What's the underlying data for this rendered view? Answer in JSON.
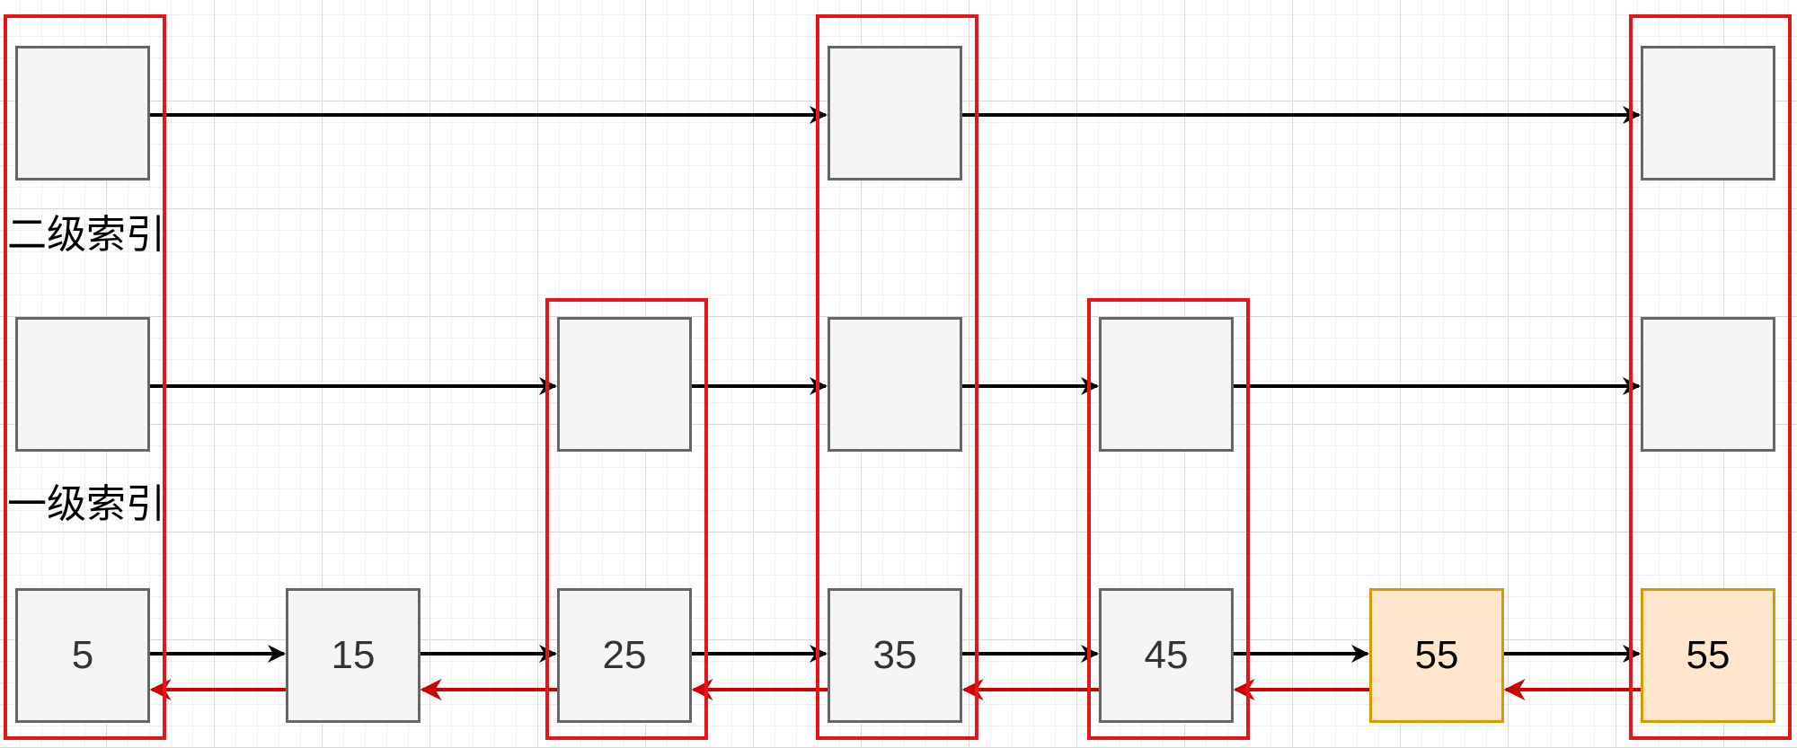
{
  "labels": {
    "level2": "二级索引",
    "level1": "一级索引"
  },
  "base_nodes": [
    {
      "value": "5",
      "highlight": false
    },
    {
      "value": "15",
      "highlight": false
    },
    {
      "value": "25",
      "highlight": false
    },
    {
      "value": "35",
      "highlight": false
    },
    {
      "value": "45",
      "highlight": false
    },
    {
      "value": "55",
      "highlight": true
    },
    {
      "value": "55",
      "highlight": true
    }
  ],
  "level1_columns": [
    0,
    2,
    3,
    4,
    6
  ],
  "level2_columns": [
    0,
    3,
    6
  ],
  "highlighted_columns": [
    0,
    2,
    3,
    4,
    6
  ],
  "colors": {
    "node_fill": "#f5f5f5",
    "node_stroke": "#666666",
    "highlight_fill": "#ffe6cc",
    "highlight_stroke": "#d79b00",
    "group_stroke": "#e8141b",
    "forward_arrow": "#000000",
    "backward_arrow": "#cc0000"
  }
}
